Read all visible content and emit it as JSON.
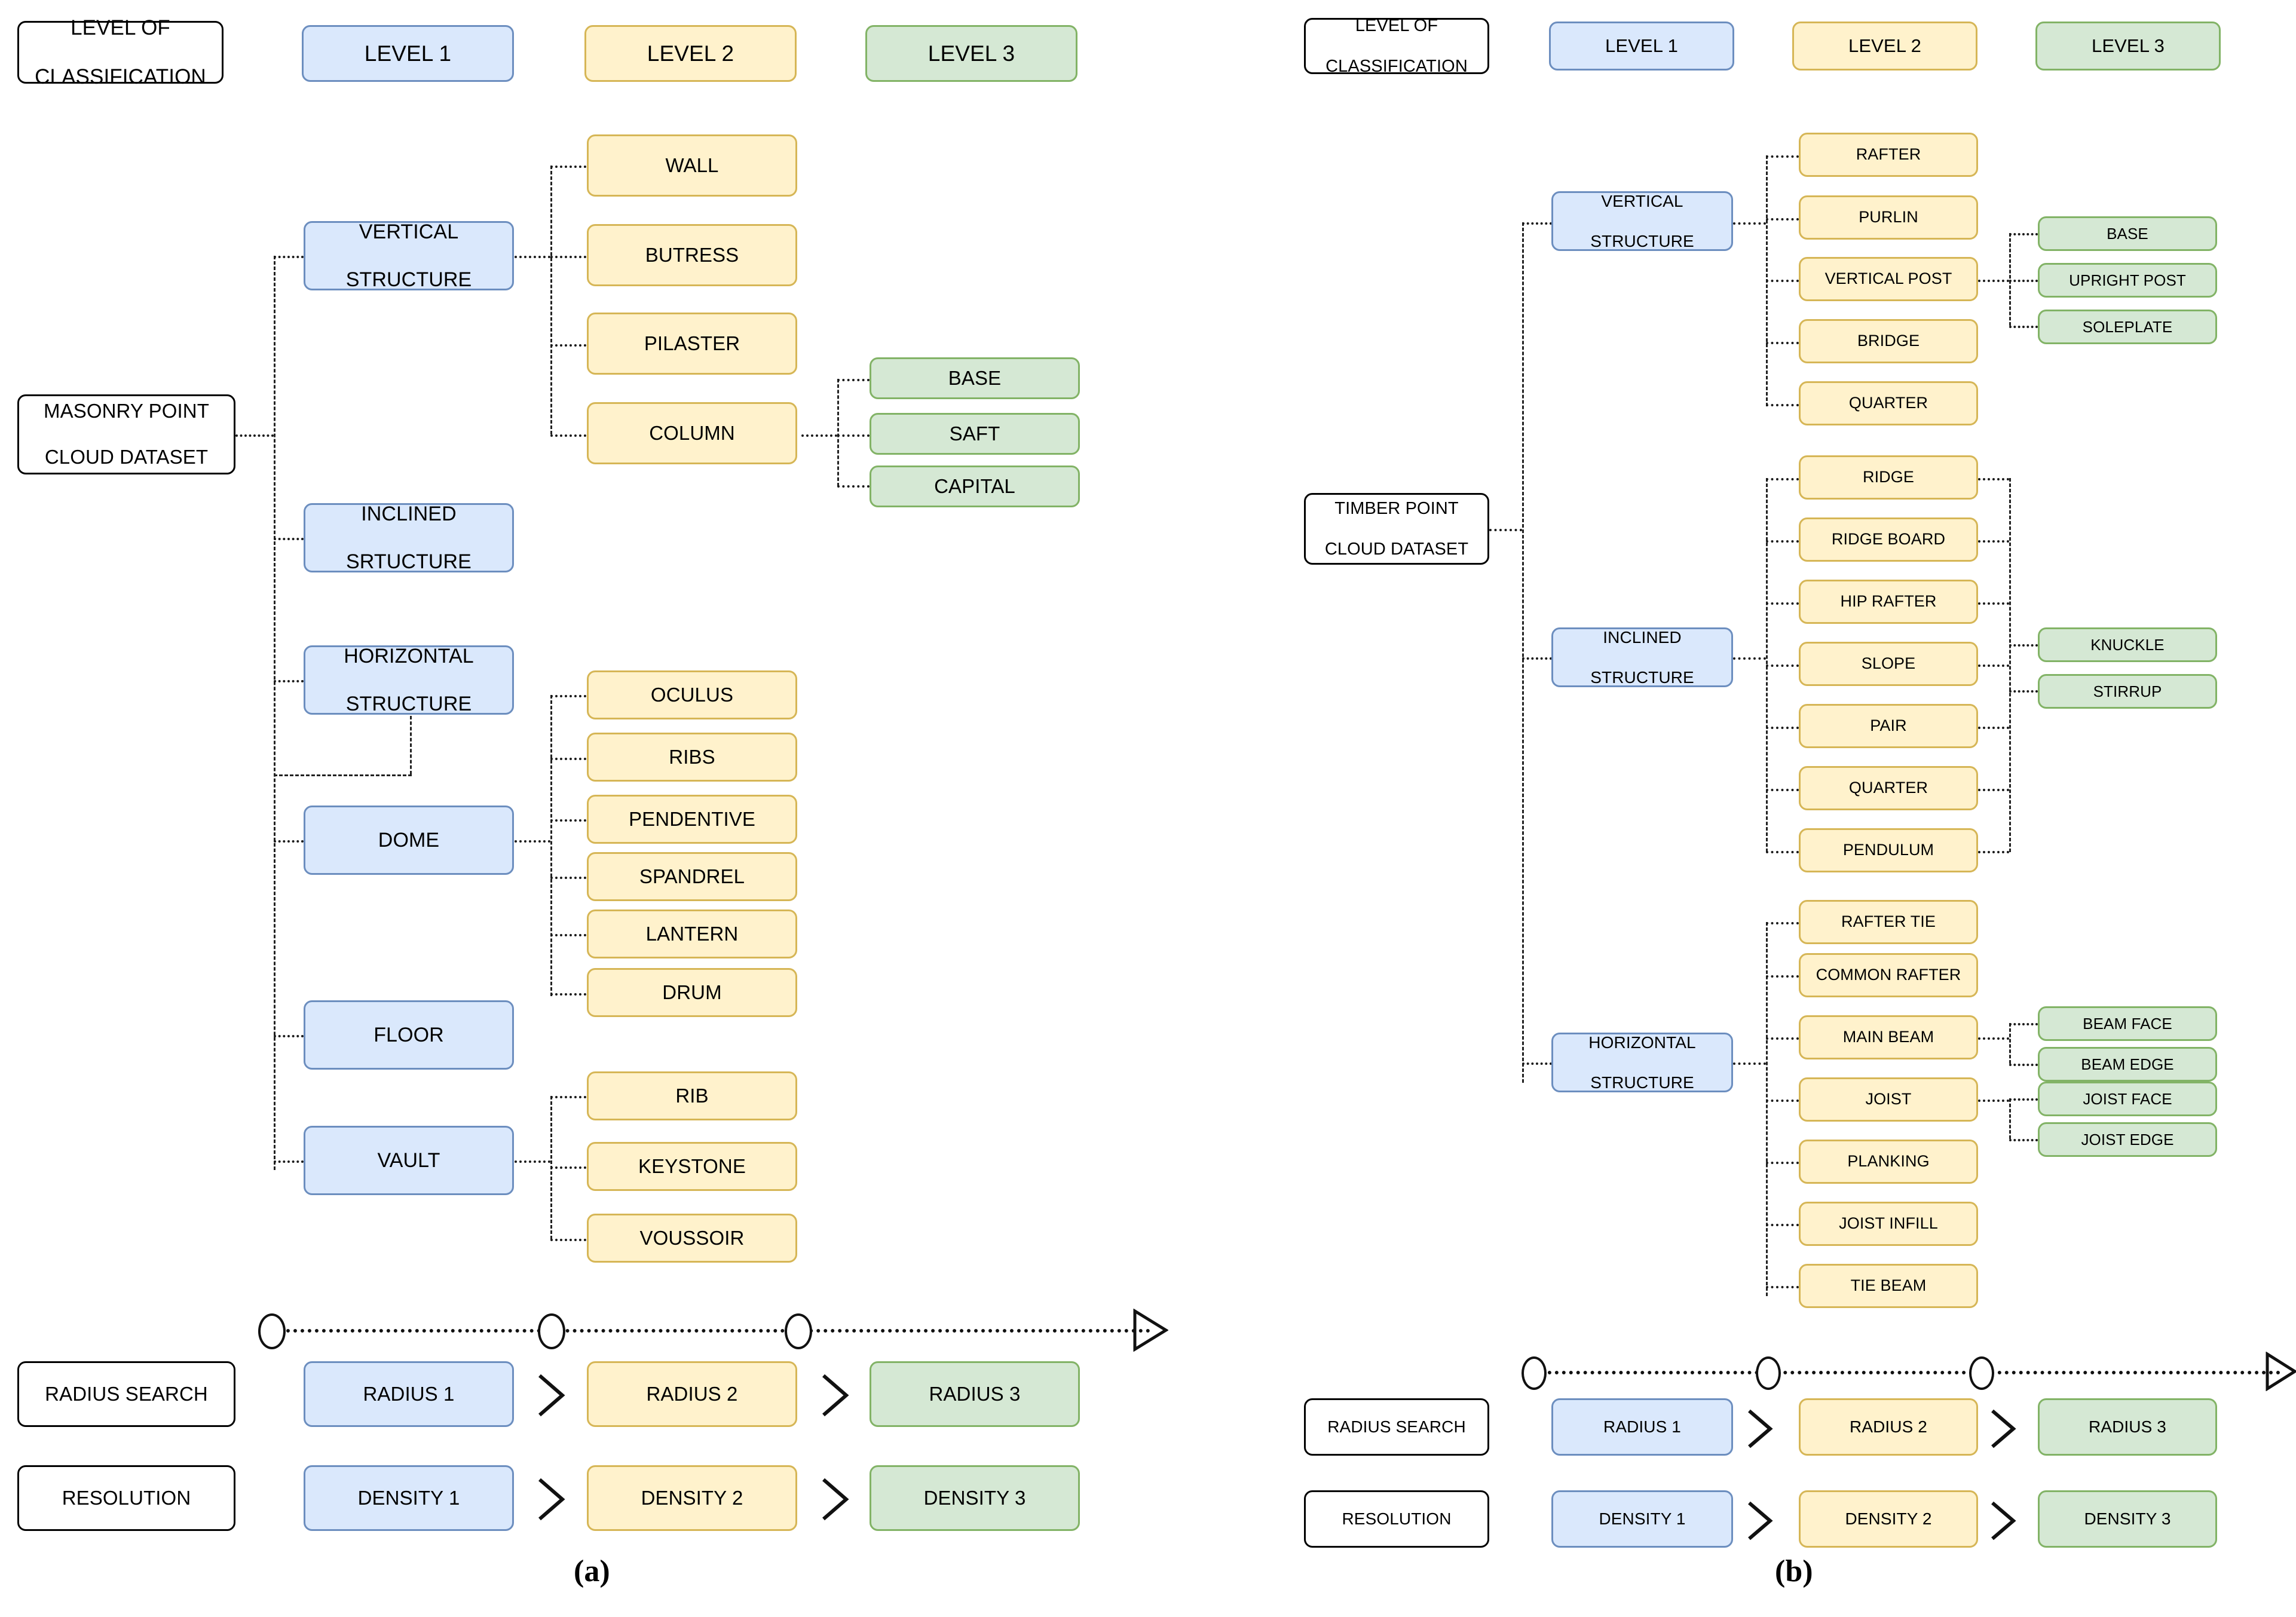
{
  "figure": {
    "caption_a": "(a)",
    "caption_b": "(b)"
  },
  "colors": {
    "level0": "#ffffff",
    "level1": "#dae8fc",
    "level2": "#fff2cc",
    "level3": "#d5e8d4",
    "level1_border": "#6c8ebf",
    "level2_border": "#d6b656",
    "level3_border": "#82b366",
    "connector": "#222222"
  },
  "panel_a": {
    "header": {
      "classification_label": "LEVEL OF\nCLASSIFICATION",
      "classification_line1": "LEVEL OF",
      "classification_line2": "CLASSIFICATION",
      "level1": "LEVEL 1",
      "level2": "LEVEL 2",
      "level3": "LEVEL 3"
    },
    "root": {
      "line1": "MASONRY POINT",
      "line2": "CLOUD DATASET"
    },
    "level1": [
      {
        "line1": "VERTICAL",
        "line2": "STRUCTURE"
      },
      {
        "line1": "INCLINED",
        "line2": "SRTUCTURE"
      },
      {
        "line1": "HORIZONTAL",
        "line2": "STRUCTURE"
      },
      {
        "line1": "DOME",
        "line2": ""
      },
      {
        "line1": "FLOOR",
        "line2": ""
      },
      {
        "line1": "VAULT",
        "line2": ""
      }
    ],
    "level2": [
      "WALL",
      "BUTRESS",
      "PILASTER",
      "COLUMN",
      "OCULUS",
      "RIBS",
      "PENDENTIVE",
      "SPANDREL",
      "LANTERN",
      "DRUM",
      "RIB",
      "KEYSTONE",
      "VOUSSOIR"
    ],
    "level3": [
      "BASE",
      "SAFT",
      "CAPITAL"
    ],
    "radius_row": {
      "label": "RADIUS SEARCH",
      "steps": [
        "RADIUS 1",
        "RADIUS 2",
        "RADIUS 3"
      ],
      "separator": ">"
    },
    "resolution_row": {
      "label": "RESOLUTION",
      "steps": [
        "DENSITY 1",
        "DENSITY 2",
        "DENSITY 3"
      ],
      "separator": ">"
    }
  },
  "panel_b": {
    "header": {
      "classification_line1": "LEVEL OF",
      "classification_line2": "CLASSIFICATION",
      "level1": "LEVEL 1",
      "level2": "LEVEL 2",
      "level3": "LEVEL 3"
    },
    "root": {
      "line1": "TIMBER POINT",
      "line2": "CLOUD DATASET"
    },
    "level1": [
      {
        "line1": "VERTICAL",
        "line2": "STRUCTURE"
      },
      {
        "line1": "INCLINED",
        "line2": "STRUCTURE"
      },
      {
        "line1": "HORIZONTAL",
        "line2": "STRUCTURE"
      }
    ],
    "level2": [
      "RAFTER",
      "PURLIN",
      "VERTICAL POST",
      "BRIDGE",
      "QUARTER",
      "RIDGE",
      "RIDGE BOARD",
      "HIP RAFTER",
      "SLOPE",
      "PAIR",
      "QUARTER",
      "PENDULUM",
      "RAFTER TIE",
      "COMMON RAFTER",
      "MAIN BEAM",
      "JOIST",
      "PLANKING",
      "JOIST INFILL",
      "TIE BEAM"
    ],
    "level3": [
      "BASE",
      "UPRIGHT POST",
      "SOLEPLATE",
      "KNUCKLE",
      "STIRRUP",
      "BEAM FACE",
      "BEAM EDGE",
      "JOIST FACE",
      "JOIST EDGE"
    ],
    "radius_row": {
      "label": "RADIUS SEARCH",
      "steps": [
        "RADIUS 1",
        "RADIUS 2",
        "RADIUS 3"
      ],
      "separator": ">"
    },
    "resolution_row": {
      "label": "RESOLUTION",
      "steps": [
        "DENSITY 1",
        "DENSITY 2",
        "DENSITY 3"
      ],
      "separator": ">"
    }
  }
}
